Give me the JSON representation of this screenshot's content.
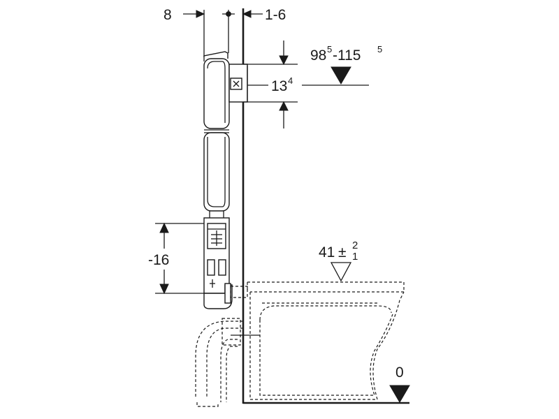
{
  "dimensions": {
    "offset_left": "8",
    "offset_right": "1-6",
    "height_range_base": "98",
    "height_range_sup1": "5",
    "height_range_sep": "-115",
    "height_range_sup2": "5",
    "actuator_height_base": "13",
    "actuator_height_sup": "4",
    "drain_offset": "-16",
    "seat_height_base": "41",
    "seat_tol_pm": "±",
    "seat_tol_upper": "2",
    "seat_tol_lower": "1",
    "floor_level": "0"
  }
}
